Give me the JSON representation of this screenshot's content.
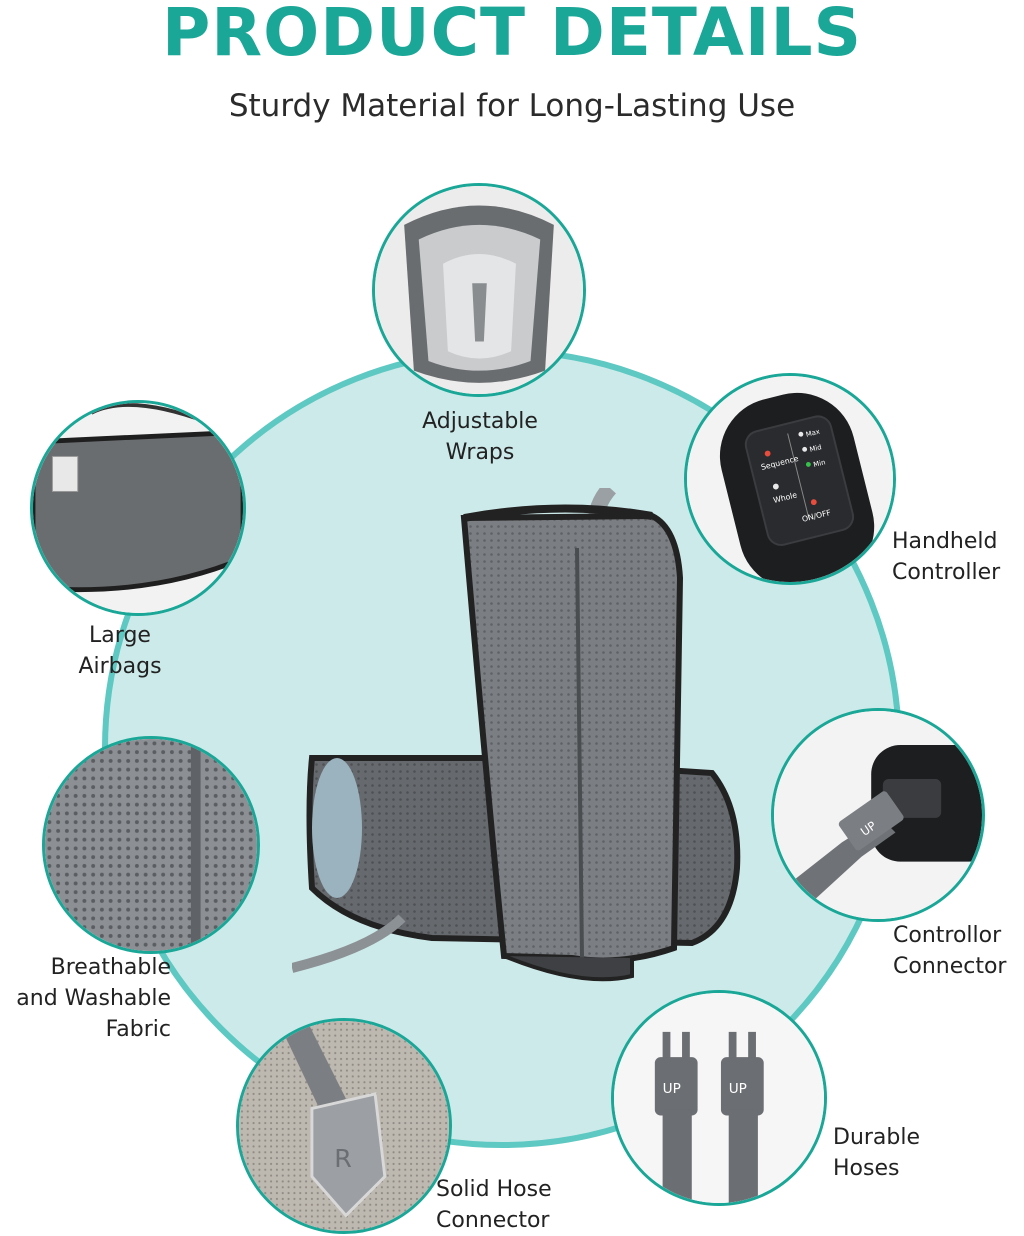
{
  "header": {
    "title": "PRODUCT DETAILS",
    "subtitle": "Sturdy Material for Long-Lasting Use"
  },
  "colors": {
    "accent": "#1aa797",
    "circle_fill": "#cdeaea",
    "circle_border": "#5ec8c2",
    "fabric": "#777a7e",
    "fabric_dark": "#55585c",
    "edge": "#2b2b2b"
  },
  "features": [
    {
      "id": "adjustable-wraps",
      "lines": [
        "Adjustable",
        "Wraps"
      ]
    },
    {
      "id": "handheld-controller",
      "lines": [
        "Handheld",
        "Controller"
      ]
    },
    {
      "id": "large-airbags",
      "lines": [
        "Large",
        "Airbags"
      ]
    },
    {
      "id": "controllor-connector",
      "lines": [
        "Controllor",
        "Connector"
      ]
    },
    {
      "id": "breathable-fabric",
      "lines": [
        "Breathable",
        "and Washable",
        "Fabric"
      ]
    },
    {
      "id": "durable-hoses",
      "lines": [
        "Durable",
        "Hoses"
      ]
    },
    {
      "id": "solid-hose-connector",
      "lines": [
        "Solid Hose",
        "Connector"
      ]
    }
  ],
  "controller": {
    "sequence": "Sequence",
    "whole": "Whole",
    "max": "Max",
    "mid": "Mid",
    "min": "Min",
    "onoff": "ON/OFF"
  },
  "connector_markings": {
    "up": "UP",
    "hose_left": "UP",
    "hose_right": "UP",
    "r": "R"
  }
}
